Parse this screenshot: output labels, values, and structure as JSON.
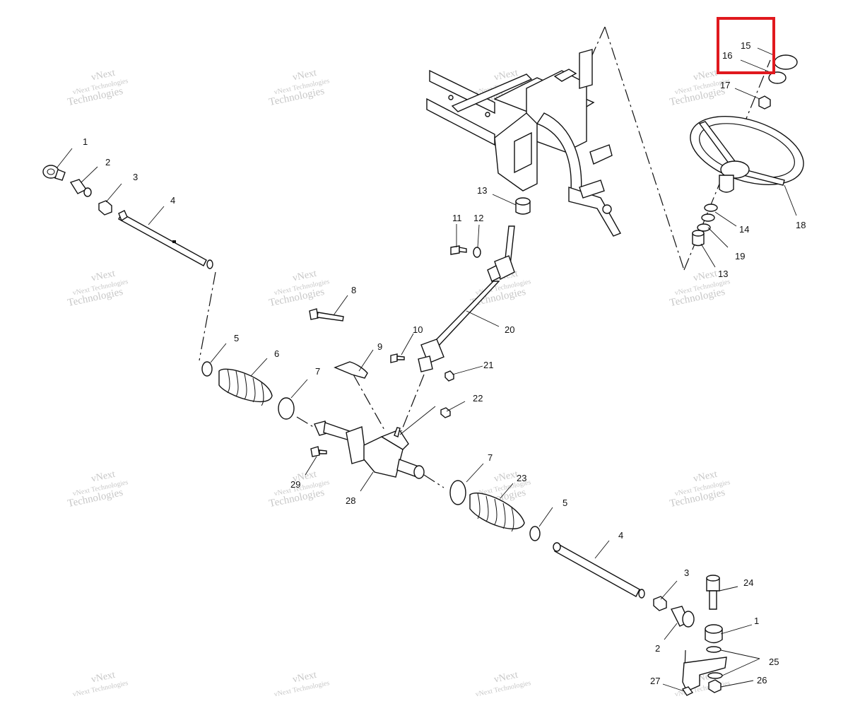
{
  "watermark": {
    "line1": "vNext",
    "line2": "vNext Technologies",
    "line3": "Technologies"
  },
  "callouts": [
    "15",
    "16",
    "17",
    "18",
    "14",
    "19",
    "13",
    "13",
    "11",
    "12",
    "1",
    "2",
    "3",
    "4",
    "8",
    "20",
    "10",
    "9",
    "21",
    "5",
    "6",
    "7",
    "22",
    "29",
    "28",
    "7",
    "23",
    "5",
    "4",
    "3",
    "24",
    "1",
    "2",
    "25",
    "27",
    "26"
  ],
  "highlight": {
    "color": "#e0191e",
    "covers": [
      "15",
      "16"
    ]
  }
}
